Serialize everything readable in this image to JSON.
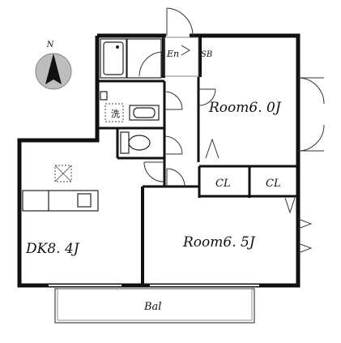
{
  "compass": {
    "north_label": "N"
  },
  "rooms": {
    "entrance": "En",
    "shoe_box": "SB",
    "room_north": "Room6. 0J",
    "room_south": "Room6. 5J",
    "dining_kitchen": "DK8. 4J",
    "closet_left": "CL",
    "closet_right": "CL",
    "balcony": "Bal"
  },
  "fixtures": {
    "washer_mark": "洗"
  }
}
